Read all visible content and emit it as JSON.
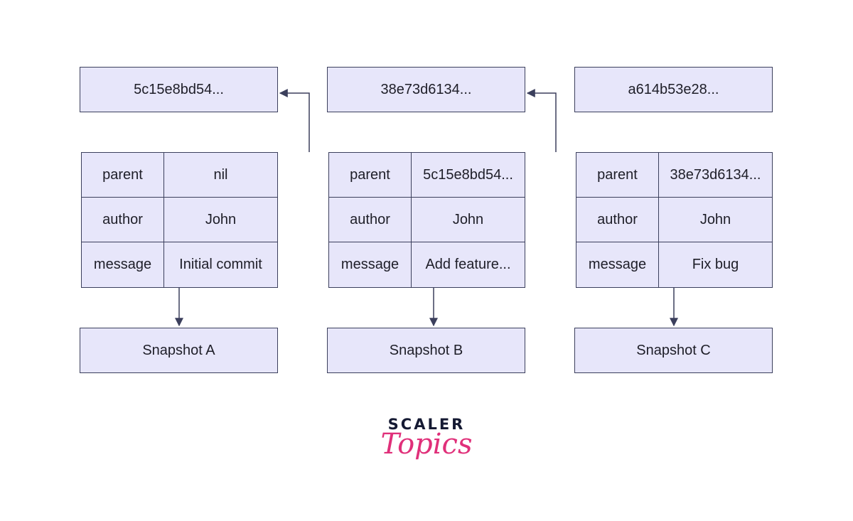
{
  "commits": [
    {
      "hash": "5c15e8bd54...",
      "rows": [
        {
          "key": "parent",
          "value": "nil"
        },
        {
          "key": "author",
          "value": "John"
        },
        {
          "key": "message",
          "value": "Initial commit"
        }
      ],
      "snapshot": "Snapshot A"
    },
    {
      "hash": "38e73d6134...",
      "rows": [
        {
          "key": "parent",
          "value": "5c15e8bd54..."
        },
        {
          "key": "author",
          "value": "John"
        },
        {
          "key": "message",
          "value": "Add feature..."
        }
      ],
      "snapshot": "Snapshot B"
    },
    {
      "hash": "a614b53e28...",
      "rows": [
        {
          "key": "parent",
          "value": "38e73d6134..."
        },
        {
          "key": "author",
          "value": "John"
        },
        {
          "key": "message",
          "value": "Fix bug"
        }
      ],
      "snapshot": "Snapshot C"
    }
  ],
  "logo": {
    "top": "SCALER",
    "bottom": "Topics"
  },
  "colors": {
    "box_fill": "#e7e6fa",
    "stroke": "#3b3f5c",
    "logo_accent": "#e0307a",
    "logo_dark": "#151a33"
  }
}
